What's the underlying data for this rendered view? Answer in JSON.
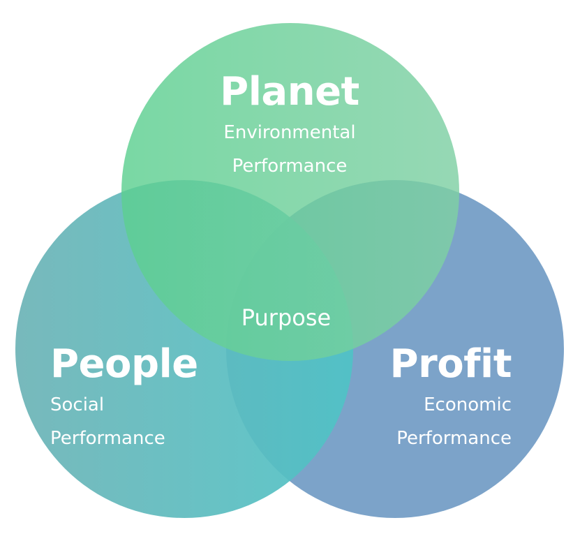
{
  "diagram": {
    "colors": {
      "planet": "#5ccf90",
      "people_left": "#6cb3b6",
      "people_right": "#4fc3c6",
      "profit": "#5f8fbd",
      "text": "#ffffff"
    },
    "circles": {
      "planet": {
        "title": "Planet",
        "subtitle_line1": "Environmental",
        "subtitle_line2": "Performance"
      },
      "people": {
        "title": "People",
        "subtitle_line1": "Social",
        "subtitle_line2": "Performance"
      },
      "profit": {
        "title": "Profit",
        "subtitle_line1": "Economic",
        "subtitle_line2": "Performance"
      }
    },
    "center": {
      "label": "Purpose"
    }
  }
}
